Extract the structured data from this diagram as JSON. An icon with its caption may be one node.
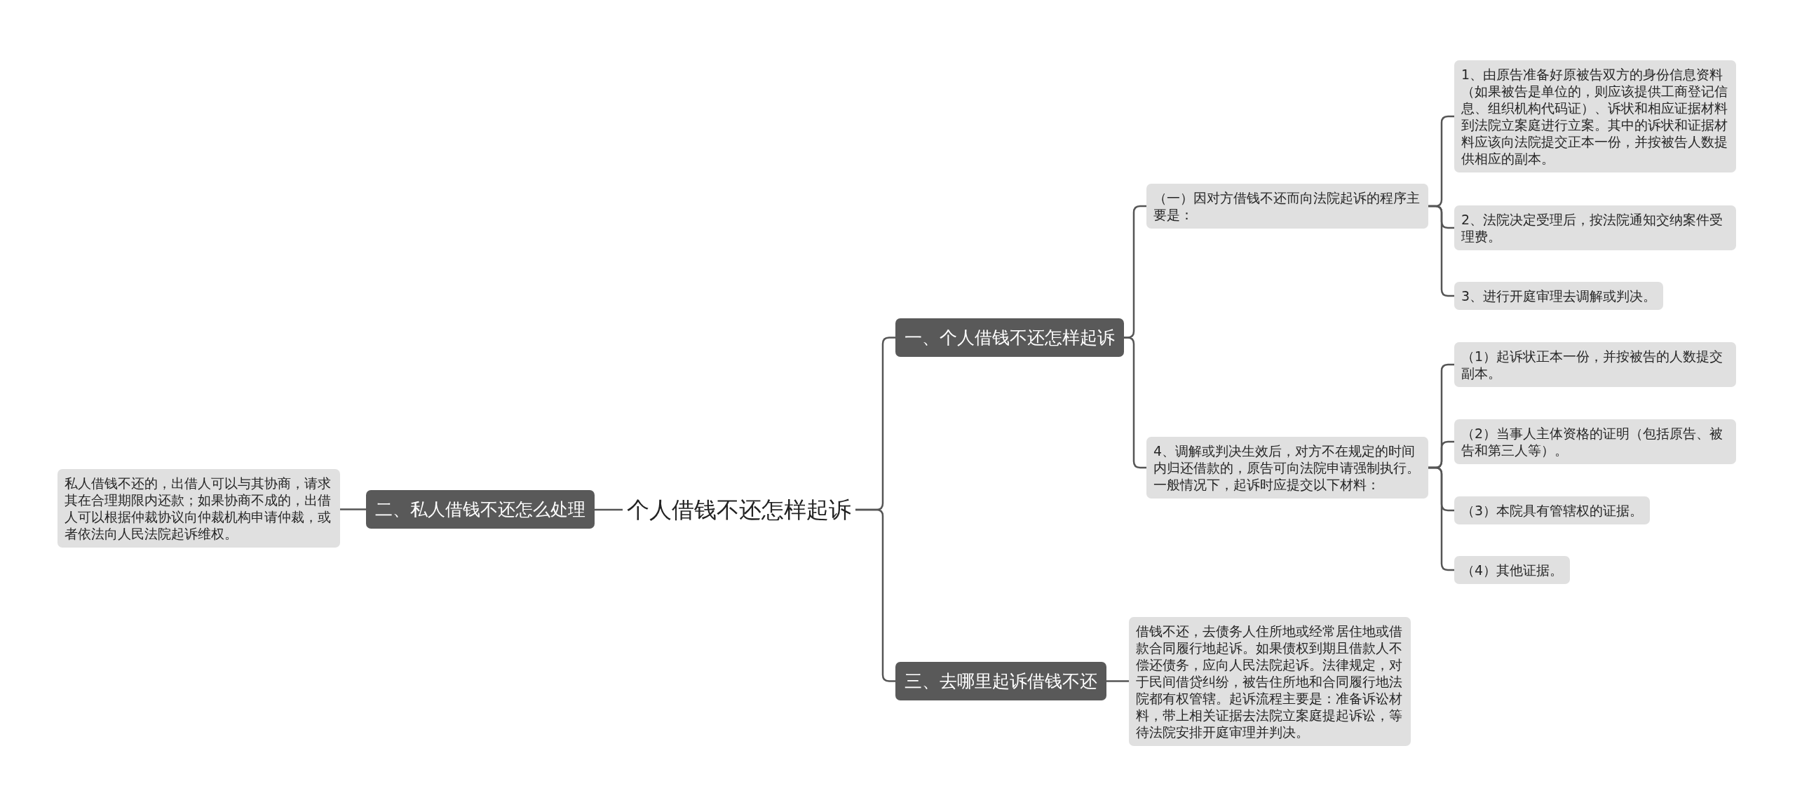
{
  "diagram": {
    "nodes": [
      {
        "text": [
          "个人借钱不还怎样起诉"
        ]
      },
      {
        "text": [
          "一、个人借钱不还怎样起诉"
        ]
      },
      {
        "text": [
          "（一）因对方借钱不还而向法院起诉的程序主要是："
        ]
      },
      {
        "text": [
          "1、由原告准备好原被告双方的身份信息资料（如果被告是单位的，则应该提供工商登记信息、组织机构代码证）、诉状和相应证据材料到法院立案庭进行立案。其中的诉状和证据材料应该向法院提交正本一份，并按被告人数提供相应的副本。"
        ]
      },
      {
        "text": [
          "2、法院决定受理后，按法院通知交纳案件受理费。"
        ]
      },
      {
        "text": [
          "3、进行开庭审理去调解或判决。"
        ]
      },
      {
        "text": [
          "4、调解或判决生效后，对方不在规定的时间内归还借款的，原告可向法院申请强制执行。一般情况下，起诉时应提交以下材料："
        ]
      },
      {
        "text": [
          "（1）起诉状正本一份，并按被告的人数提交副本。"
        ]
      },
      {
        "text": [
          "（2）当事人主体资格的证明（包括原告、被告和第三人等）。"
        ]
      },
      {
        "text": [
          "（3）本院具有管辖权的证据。"
        ]
      },
      {
        "text": [
          "（4）其他证据。"
        ]
      },
      {
        "text": [
          "三、去哪里起诉借钱不还"
        ]
      },
      {
        "text": [
          "借钱不还，去债务人住所地或经常居住地或借款合同履行地起诉。如果债权到期且借款人不偿还债务，应向人民法院起诉。法律规定，对于民间借贷纠纷，被告住所地和合同履行地法院都有权管辖。起诉流程主要是：准备诉讼材料，带上相关证据去法院立案庭提起诉讼，等待法院安排开庭审理并判决。"
        ]
      },
      {
        "text": [
          "二、私人借钱不还怎么处理"
        ]
      },
      {
        "text": [
          "私人借钱不还的，出借人可以与其协商，请求其在合理期限内还款；如果协商不成的，出借人可以根据仲裁协议向仲裁机构申请仲裁，或者依法向人民法院起诉维权。"
        ]
      }
    ],
    "edges": [
      {
        "from": 0,
        "to": 1,
        "arrow": "none"
      },
      {
        "from": 1,
        "to": 2,
        "arrow": "none"
      },
      {
        "from": 2,
        "to": 3,
        "arrow": "none"
      },
      {
        "from": 2,
        "to": 4,
        "arrow": "none"
      },
      {
        "from": 2,
        "to": 5,
        "arrow": "none"
      },
      {
        "from": 1,
        "to": 6,
        "arrow": "none"
      },
      {
        "from": 6,
        "to": 7,
        "arrow": "none"
      },
      {
        "from": 6,
        "to": 8,
        "arrow": "none"
      },
      {
        "from": 6,
        "to": 9,
        "arrow": "none"
      },
      {
        "from": 6,
        "to": 10,
        "arrow": "none"
      },
      {
        "from": 0,
        "to": 11,
        "arrow": "none"
      },
      {
        "from": 11,
        "to": 12,
        "arrow": "none"
      },
      {
        "from": 0,
        "to": 13,
        "arrow": "none"
      },
      {
        "from": 13,
        "to": 14,
        "arrow": "none"
      }
    ]
  }
}
